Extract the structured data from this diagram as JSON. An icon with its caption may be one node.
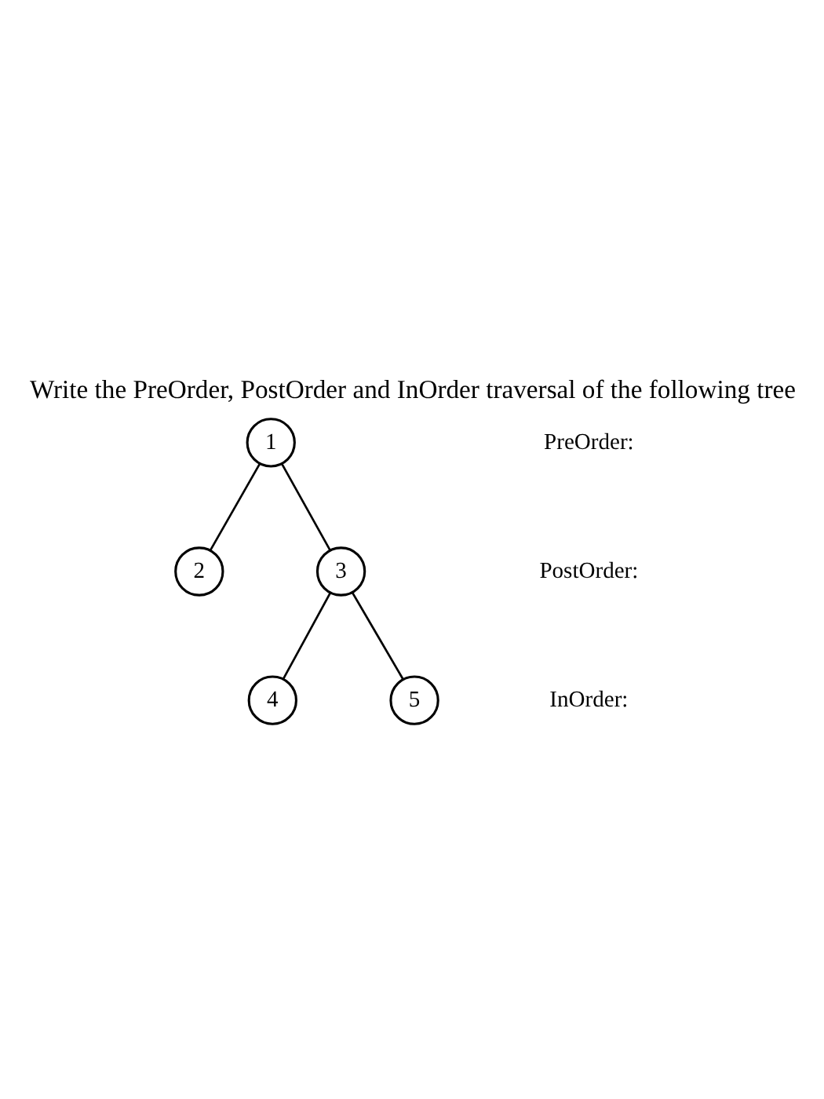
{
  "diagram": {
    "title": "Write the PreOrder, PostOrder and InOrder traversal of the following tree",
    "nodes": [
      {
        "text": [
          "1"
        ]
      },
      {
        "text": [
          "2"
        ]
      },
      {
        "text": [
          "3"
        ]
      },
      {
        "text": [
          "4"
        ]
      },
      {
        "text": [
          "5"
        ]
      }
    ],
    "edges": [
      {
        "from": 0,
        "to": 1,
        "arrow": "none"
      },
      {
        "from": 0,
        "to": 2,
        "arrow": "none"
      },
      {
        "from": 2,
        "to": 3,
        "arrow": "none"
      },
      {
        "from": 2,
        "to": 4,
        "arrow": "none"
      }
    ],
    "labels": [
      "PreOrder:",
      "PostOrder:",
      "InOrder:"
    ]
  }
}
